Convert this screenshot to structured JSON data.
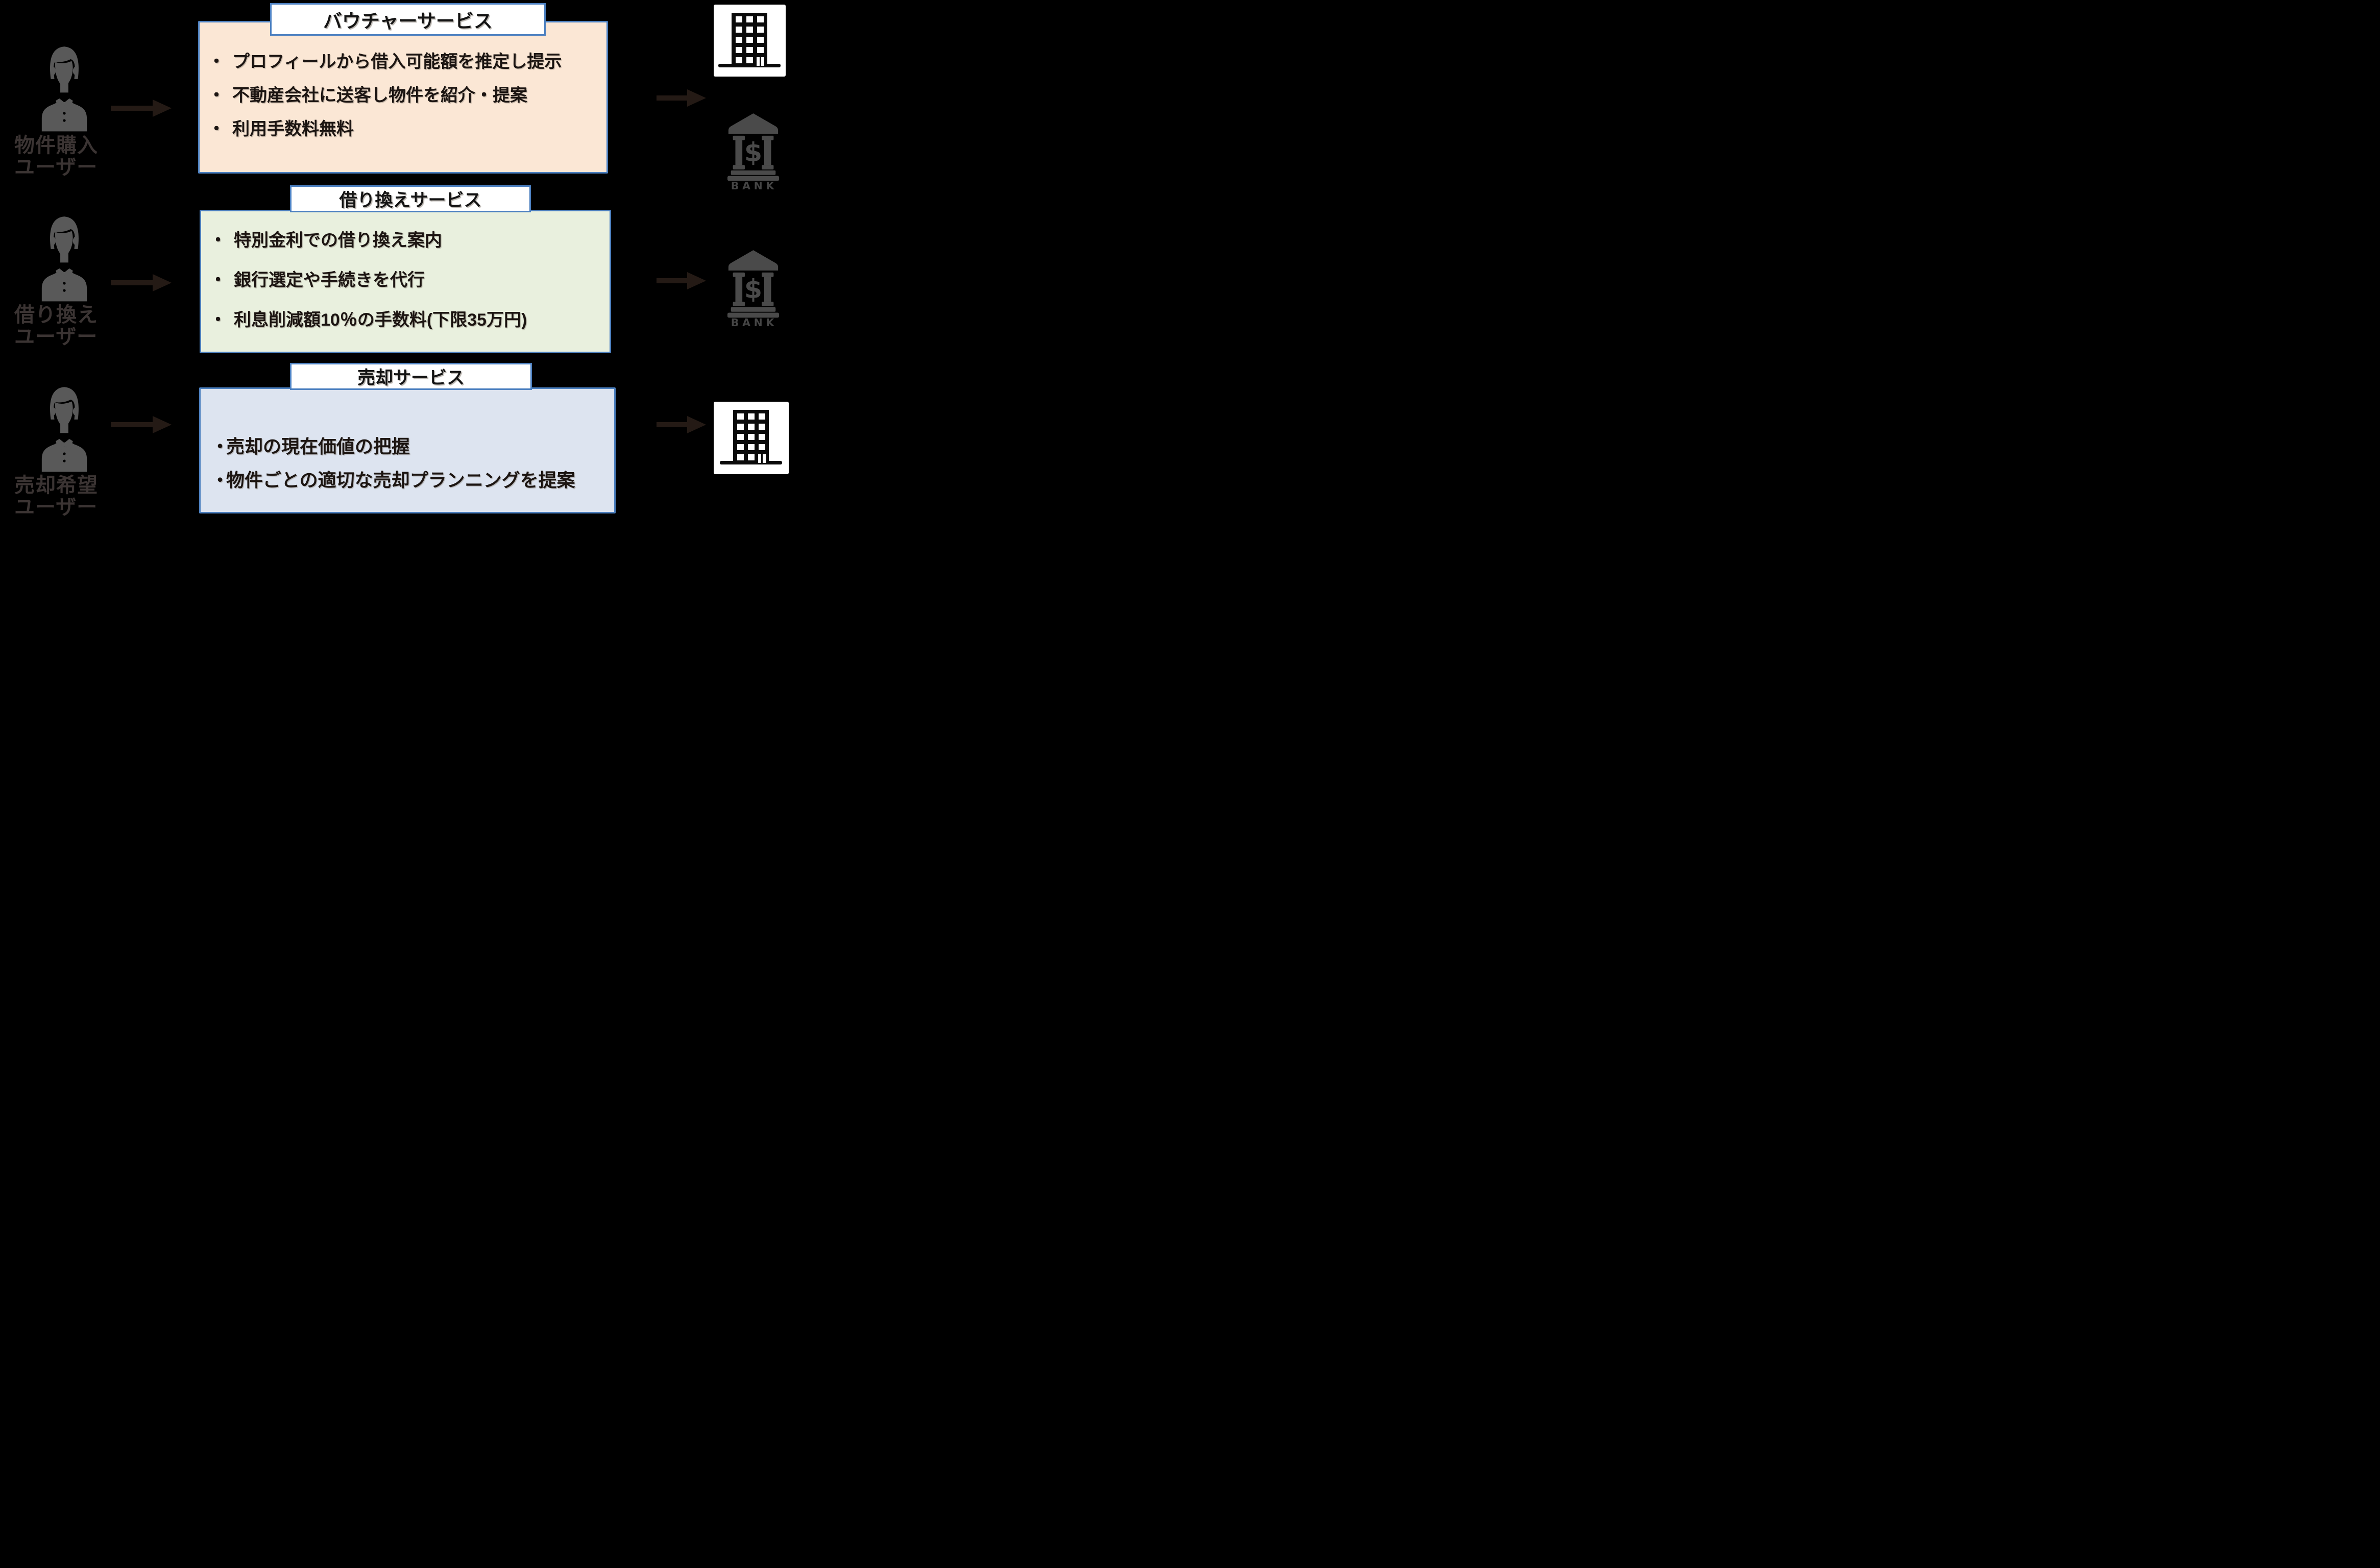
{
  "bullet_char": "・",
  "users": [
    {
      "label_line1": "物件購入",
      "label_line2": "ユーザー"
    },
    {
      "label_line1": "借り換え",
      "label_line2": "ユーザー"
    },
    {
      "label_line1": "売却希望",
      "label_line2": "ユーザー"
    }
  ],
  "services": [
    {
      "title": "バウチャーサービス",
      "fill_color": "#fbe7d5",
      "bullets": [
        "プロフィールから借入可能額を推定し提示",
        "不動産会社に送客し物件を紹介・提案",
        "利用手数料無料"
      ]
    },
    {
      "title": "借り換えサービス",
      "fill_color": "#e9f0de",
      "bullets": [
        "特別金利での借り換え案内",
        "銀行選定や手続きを代行",
        "利息削減額10％の手数料(下限35万円)"
      ]
    },
    {
      "title": "売却サービス",
      "fill_color": "#dde4f0",
      "bullets": [
        "売却の現在価値の把握",
        "物件ごとの適切な売却プランニングを提案"
      ]
    }
  ],
  "destinations": {
    "bank_label": "BANK",
    "bank_dollar": "$"
  },
  "icons": {
    "user": "business-person-icon",
    "bank": "bank-building-icon",
    "office": "office-building-icon",
    "arrow": "arrow-right-icon"
  },
  "colors": {
    "background": "#000000",
    "box_border_blue": "#4c80c0",
    "service1_fill": "#fbe7d5",
    "service2_fill": "#e9f0de",
    "service3_fill": "#dde4f0",
    "title_box_fill": "#ffffff",
    "bullet_text": "#1c1512",
    "arrow": "#241a15",
    "user_icon_gray": "#595959",
    "user_label_text": "#3b3433",
    "bank_icon_gray": "#4a4a4a",
    "building_black": "#0a0a0a",
    "card_white": "#ffffff"
  }
}
